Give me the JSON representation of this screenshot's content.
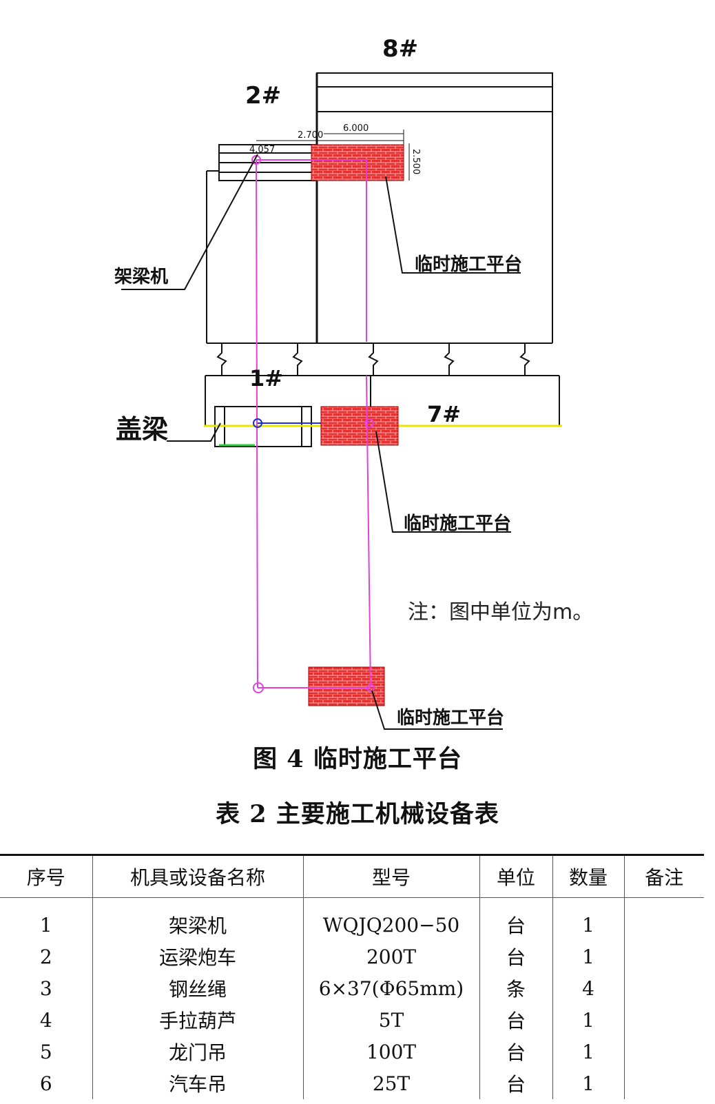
{
  "diagram": {
    "labels": {
      "pier_8": "8#",
      "pier_2": "2#",
      "pier_1": "1#",
      "pier_7": "7#",
      "bridge_erector": "架梁机",
      "cap_beam": "盖梁",
      "platform_1": "临时施工平台",
      "platform_2": "临时施工平台",
      "platform_3": "临时施工平台"
    },
    "dimensions": {
      "dim_a": "2.700",
      "dim_b": "6.000",
      "dim_c": "4.057",
      "dim_d": "2.500"
    },
    "note": "注：图中单位为m。",
    "colors": {
      "platform_fill": "#e53030",
      "platform_hatch": "#f6b0b0",
      "guide_line": "#e040e0",
      "axis_blue": "#1d2bd8",
      "axis_yellow": "#e6e600",
      "axis_green": "#2ecc40"
    }
  },
  "figure_caption": "图 4  临时施工平台",
  "table_title": "表 2  主要施工机械设备表",
  "table": {
    "headers": [
      "序号",
      "机具或设备名称",
      "型号",
      "单位",
      "数量",
      "备注"
    ],
    "rows": [
      [
        "1",
        "架梁机",
        "WQJQ200−50",
        "台",
        "1",
        ""
      ],
      [
        "2",
        "运梁炮车",
        "200T",
        "台",
        "1",
        ""
      ],
      [
        "3",
        "钢丝绳",
        "6×37(Φ65mm)",
        "条",
        "4",
        ""
      ],
      [
        "4",
        "手拉葫芦",
        "5T",
        "台",
        "1",
        ""
      ],
      [
        "5",
        "龙门吊",
        "100T",
        "台",
        "1",
        ""
      ],
      [
        "6",
        "汽车吊",
        "25T",
        "台",
        "1",
        ""
      ]
    ]
  }
}
